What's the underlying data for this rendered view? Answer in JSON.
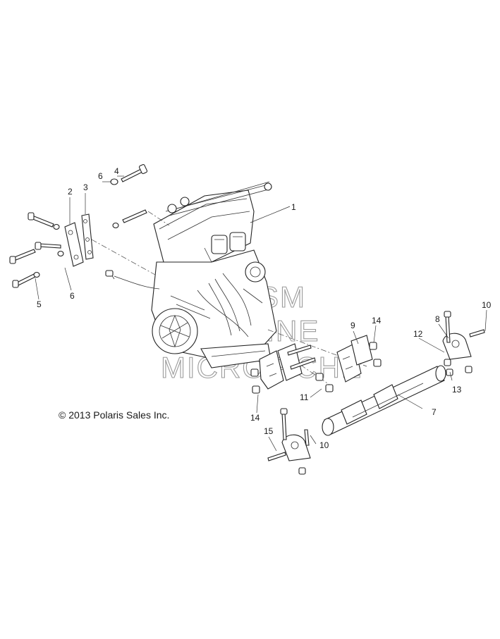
{
  "copyright": "© 2013 Polaris Sales Inc.",
  "watermark": {
    "line1": "MSM",
    "line2": "ONLINE",
    "line3": "MICROFICHE"
  },
  "callouts": {
    "c1": "1",
    "c2": "2",
    "c3": "3",
    "c4": "4",
    "c5": "5",
    "c6a": "6",
    "c6b": "6",
    "c7": "7",
    "c8": "8",
    "c9": "9",
    "c10a": "10",
    "c10b": "10",
    "c11": "11",
    "c12": "12",
    "c13": "13",
    "c14a": "14",
    "c14b": "14",
    "c15": "15"
  }
}
